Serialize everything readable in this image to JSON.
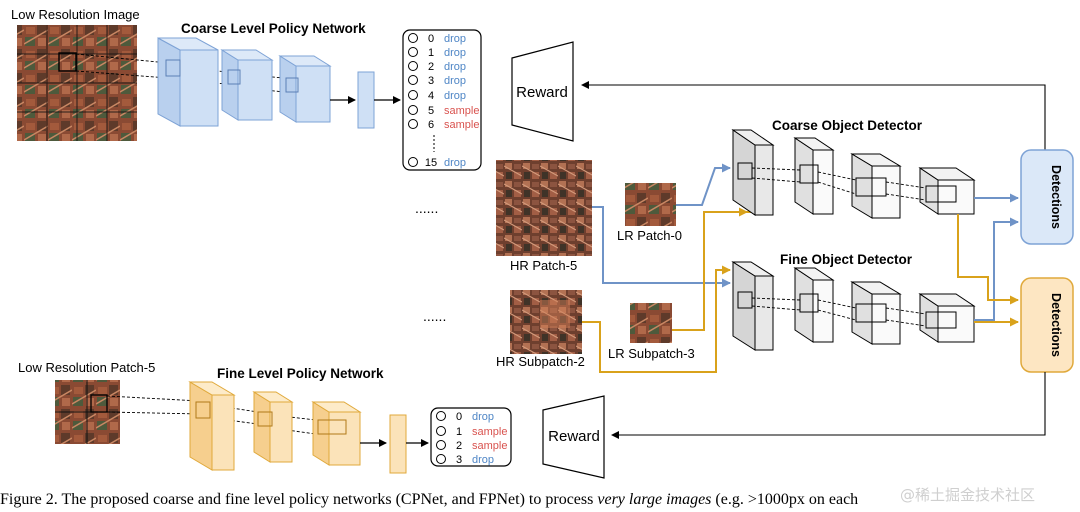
{
  "labels": {
    "low_res_image": "Low Resolution Image",
    "coarse_policy": "Coarse Level Policy Network",
    "coarse_detector": "Coarse Object Detector",
    "fine_detector": "Fine Object Detector",
    "low_res_patch": "Low Resolution Patch-5",
    "fine_policy": "Fine Level Policy Network",
    "hr_patch": "HR Patch-5",
    "lr_patch": "LR Patch-0",
    "hr_subpatch": "HR Subpatch-2",
    "lr_subpatch": "LR Subpatch-3",
    "ellipsis": "......",
    "reward_top": "Reward",
    "reward_bottom": "Reward",
    "detections_top": "Detections",
    "detections_bottom": "Detections"
  },
  "coarse_actions": [
    {
      "index": "0",
      "action": "drop"
    },
    {
      "index": "1",
      "action": "drop"
    },
    {
      "index": "2",
      "action": "drop"
    },
    {
      "index": "3",
      "action": "drop"
    },
    {
      "index": "4",
      "action": "drop"
    },
    {
      "index": "5",
      "action": "sample"
    },
    {
      "index": "6",
      "action": "sample"
    },
    {
      "index": "15",
      "action": "drop"
    }
  ],
  "fine_actions": [
    {
      "index": "0",
      "action": "drop"
    },
    {
      "index": "1",
      "action": "sample"
    },
    {
      "index": "2",
      "action": "sample"
    },
    {
      "index": "3",
      "action": "drop"
    }
  ],
  "caption": {
    "prefix": "Figure 2. The proposed coarse and fine level policy networks (CPNet, and FPNet) to process ",
    "italic": "very large images",
    "suffix": " (e.g. >1000px on each"
  },
  "watermark": "@稀土掘金技术社区",
  "colors": {
    "drop": "#4f86c6",
    "sample": "#d9534f",
    "blue_arrow": "#6f93c7",
    "gold_arrow": "#d9a21b",
    "blue_fill": "#cfe0f5",
    "blue_stroke": "#7ea3d6",
    "gold_fill": "#fbe3b9",
    "gold_stroke": "#e0a93b",
    "det_blue_fill": "#dbe8f8",
    "det_gold_fill": "#fde6c2"
  }
}
